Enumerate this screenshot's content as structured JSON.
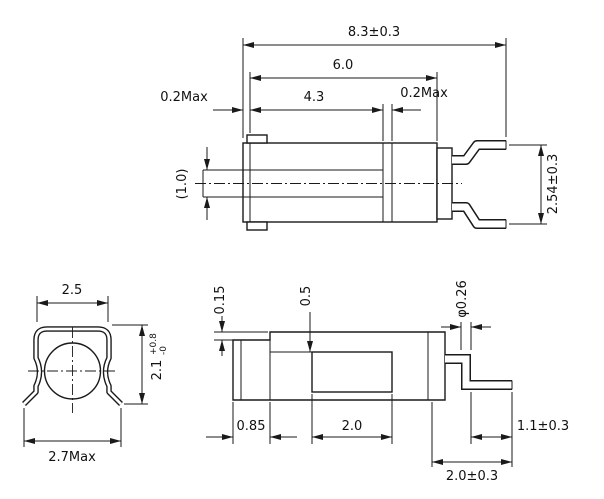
{
  "title": "component-dimension-drawing",
  "colors": {
    "background": "#ffffff",
    "line": "#1a1a1a",
    "text": "#111111"
  },
  "views": {
    "side": {
      "dims": {
        "overall": "8.3±0.3",
        "body": "6.0",
        "inner": "4.3",
        "wall_left": "0.2Max",
        "wall_right": "0.2Max",
        "terminal": "(1.0)",
        "pitch": "2.54±0.3"
      }
    },
    "end": {
      "dims": {
        "width_top": "2.5",
        "height": "2.1",
        "height_tol_upper": "+0.8",
        "height_tol_lower": "-0",
        "width_bottom": "2.7Max"
      }
    },
    "bottom": {
      "dims": {
        "edge_step": "0.15",
        "recess_depth": "0.5",
        "lead_diameter": "φ0.26",
        "end_offset": "0.85",
        "window_length": "2.0",
        "lead_bend": "1.1±0.3",
        "lead_projection": "2.0±0.3"
      }
    }
  }
}
